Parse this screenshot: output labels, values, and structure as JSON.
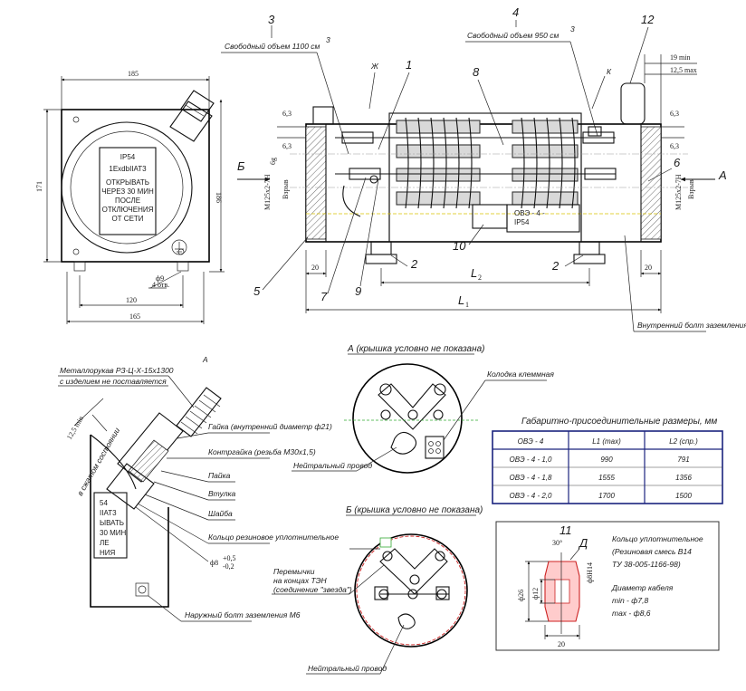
{
  "front_view": {
    "width_top": "185",
    "height_left": "171",
    "height_right": "186",
    "width_b1": "120",
    "width_b2": "165",
    "plate_lines": [
      "IP54",
      "1ExdbIIAT3",
      "ОТКРЫВАТЬ",
      "ЧЕРЕЗ 30 МИН",
      "ПОСЛЕ",
      "ОТКЛЮЧЕНИЯ",
      "ОТ СЕТИ"
    ],
    "hole_note_1": "ф9",
    "hole_note_2": "4 отв."
  },
  "side_view": {
    "callouts": {
      "c3": "3",
      "c4": "4",
      "c12": "12",
      "c1": "1",
      "c8": "8",
      "c6": "6",
      "c5": "5",
      "c7": "7",
      "c9": "9",
      "c10": "10",
      "c2a": "2",
      "c2b": "2",
      "zh": "Ж",
      "k": "К"
    },
    "free_volume_left": "Свободный объем 1100 см",
    "free_volume_right": "Свободный объем 950 см",
    "sup3": "3",
    "dim_19min": "19 min",
    "dim_125max": "12,5 max",
    "dim_63_a": "6,3",
    "dim_63_b": "6,3",
    "dim_63_c": "6,3",
    "dim_63_d": "6,3",
    "thread_left": "M125x2-7H",
    "thread_left_sub": "6g",
    "thread_right": "M125x2-7H",
    "vzryv_left": "Взрыв",
    "vzryv_right": "Взрыв",
    "dim_20_left": "20",
    "dim_20_right": "20",
    "dim_L2": "L",
    "dim_L2_sub": "2",
    "dim_L1": "L",
    "dim_L1_sub": "1",
    "view_b": "Б",
    "view_a": "А",
    "ground_bolt_inner": "Внутренний болт заземления М6",
    "nameplate_small_1": "ОВЭ - 4 -",
    "nameplate_small_2": "IP54"
  },
  "section_a": {
    "label": "А",
    "pipe": "Металлорукав РЗ-Ц-Х-15х1300",
    "pipe_note": "с изделием не поставляется",
    "dim_125": "12,5 min",
    "dim_comp": "в сжатом состоянии",
    "nut": "Гайка (внутренний диаметр ф21)",
    "locknut": "Контргайка (резьба М30х1,5)",
    "solder": "Пайка",
    "sleeve": "Втулка",
    "washer": "Шайба",
    "ring": "Кольцо резиновое уплотнительное",
    "phi": "ф8",
    "phi_tol_up": "+0,5",
    "phi_tol_dn": "-0,2",
    "ground_bolt_outer": "Наружный болт заземления М6",
    "plate_frag": [
      "54",
      "IIAT3",
      "ЫВАТЬ",
      "30 МИН",
      "ЛЕ",
      "НИЯ"
    ]
  },
  "view_a": {
    "title": "А (крышка условно не показана)",
    "terminal": "Колодка клеммная",
    "neutral": "Нейтральный провод"
  },
  "view_b": {
    "title": "Б (крышка условно не показана)",
    "jumpers_1": "Перемычки",
    "jumpers_2": "на концах ТЭН",
    "jumpers_3": "(соединение \"звезда\")",
    "neutral": "Нейтральный провод"
  },
  "dims_table": {
    "title": "Габаритно-присоединительные размеры, мм",
    "headers": [
      "ОВЭ - 4",
      "L1 (max)",
      "L2 (спр.)"
    ],
    "rows": [
      [
        "ОВЭ - 4 - 1,0",
        "990",
        "791"
      ],
      [
        "ОВЭ - 4 - 1,8",
        "1555",
        "1356"
      ],
      [
        "ОВЭ - 4 - 2,0",
        "1700",
        "1500"
      ]
    ]
  },
  "seal_ring": {
    "callout": "11",
    "detail": "Д",
    "angle": "30°",
    "phi26": "ф26",
    "phi12": "ф12",
    "tol": "ф8Н14",
    "width": "20",
    "desc_1": "Кольцо уплотнительное",
    "desc_2": "(Резиновая смесь В14",
    "desc_3": "ТУ 38-005-1166-98)",
    "cable_1": "Диаметр кабеля",
    "cable_2": "min - ф7,8",
    "cable_3": "max - ф8,6"
  }
}
